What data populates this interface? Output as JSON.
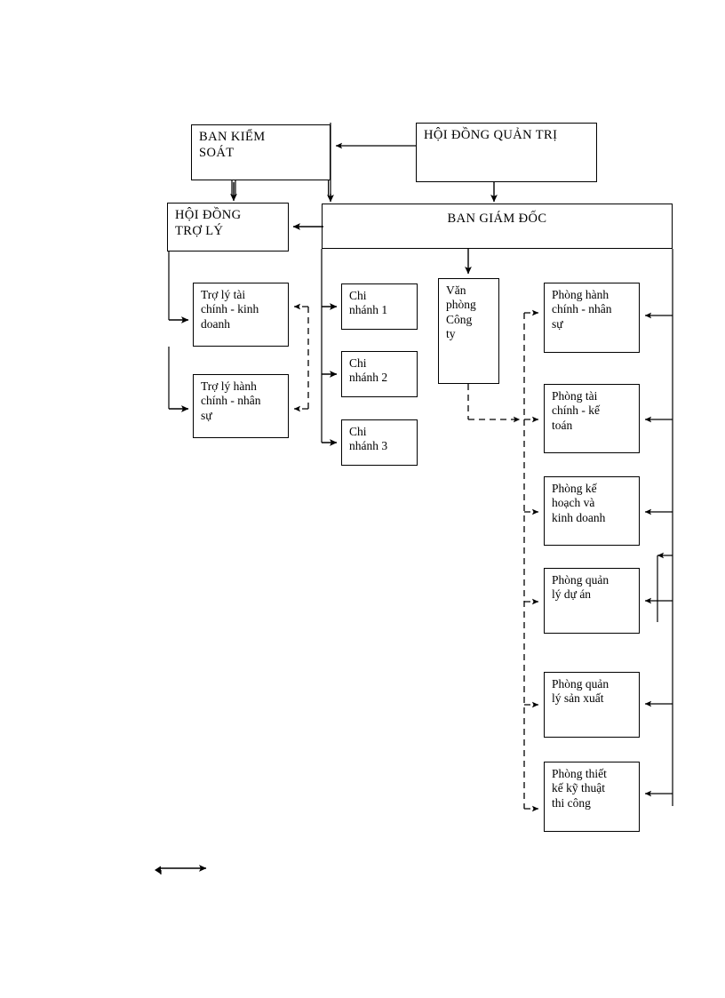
{
  "diagram": {
    "title": "So do to chuc cong ty",
    "type": "org-chart",
    "stroke_color": "#000000",
    "background_color": "#ffffff",
    "nodes": {
      "ban_kiem_soat": "BAN KIỂM\nSOÁT",
      "hoi_dong_quan_tri": "HỘI ĐỒNG QUẢN  TRỊ",
      "hoi_dong_tro_ly": "HỘI ĐỒNG\nTRỢ LÝ",
      "ban_giam_doc": "BAN GIÁM ĐỐC",
      "tro_ly_tai_chinh": "Trợ lý tài\nchính - kinh\ndoanh",
      "tro_ly_hanh_chinh": "Trợ lý hành\nchính - nhân\nsự",
      "chi_nhanh_1": "Chi\nnhánh  1",
      "chi_nhanh_2": "Chi\nnhánh 2",
      "chi_nhanh_3": "Chi\nnhánh 3",
      "van_phong_cong_ty": "Văn\nphòng\nCông\nty",
      "phong_hanh_chinh": "Phòng hành\nchính - nhân\nsự",
      "phong_tai_chinh": "Phòng tài\nchính  - kế\ntoán",
      "phong_ke_hoach": "Phòng kế\nhoạch và\nkinh doanh",
      "phong_quan_ly_du_an": "Phòng quản\nlý dự án",
      "phong_quan_ly_san_xuat": "Phòng quản\nlý sản xuất",
      "phong_thiet_ke": "Phòng thiết\nkế kỹ thuật\nthi công"
    },
    "legend": {
      "arrow_label": ""
    }
  }
}
